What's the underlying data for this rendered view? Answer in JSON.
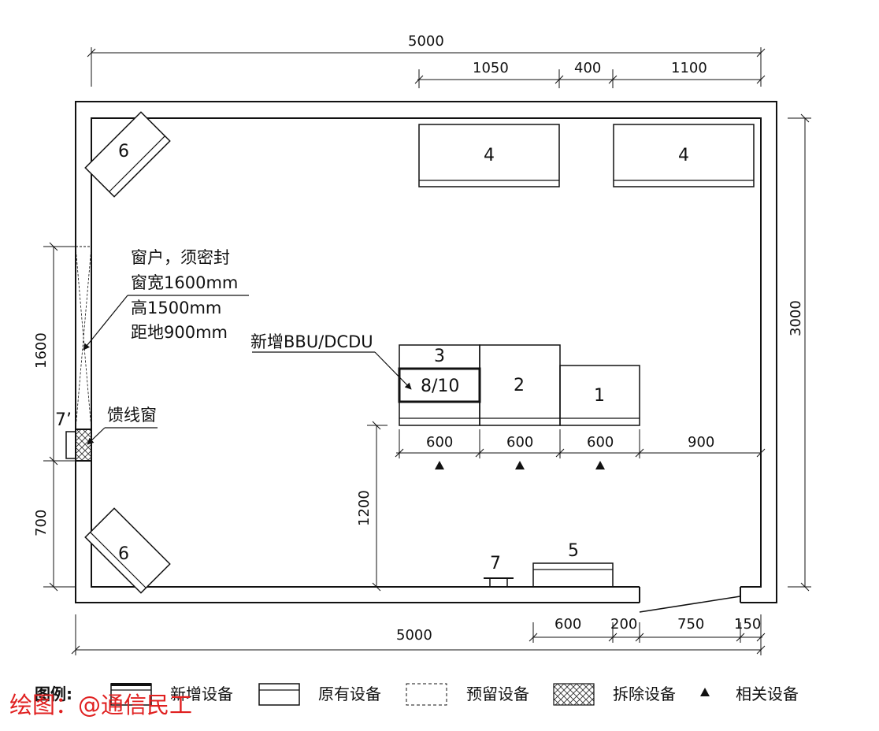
{
  "dimensions": {
    "top_total": "5000",
    "top_seg1": "1050",
    "top_seg2": "400",
    "top_seg3": "1100",
    "right_total": "3000",
    "left_window": "1600",
    "left_bottom": "700",
    "inner_height": "1200",
    "cab_w1": "600",
    "cab_w2": "600",
    "cab_w3": "600",
    "cab_gap": "900",
    "bottom_total": "5000",
    "bottom_seg1": "600",
    "bottom_seg2": "200",
    "bottom_seg3": "750",
    "bottom_seg4": "150"
  },
  "equipment": {
    "e6_top": "6",
    "e6_bottom": "6",
    "e4_left": "4",
    "e4_right": "4",
    "e3": "3",
    "e810": "8/10",
    "e2": "2",
    "e1": "1",
    "e5": "5",
    "e7": "7",
    "e7p": "7’"
  },
  "notes": {
    "window_line1": "窗户，须密封",
    "window_line2": "窗宽1600mm",
    "window_line3": "高1500mm",
    "window_line4": "距地900mm",
    "feeder_window": "馈线窗",
    "new_bbu": "新增BBU/DCDU"
  },
  "legend": {
    "title": "图例:",
    "new": "新增设备",
    "existing": "原有设备",
    "reserved": "预留设备",
    "removed": "拆除设备",
    "related": "相关设备"
  },
  "watermark": "绘图：@通信民工"
}
